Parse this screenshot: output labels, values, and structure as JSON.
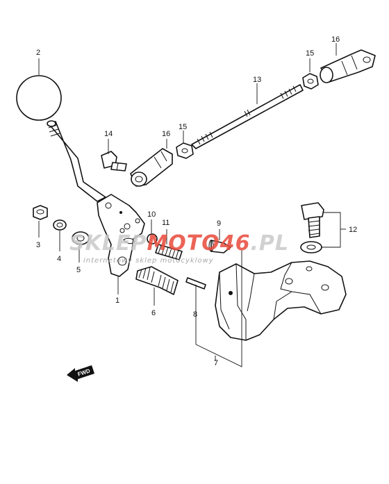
{
  "callouts": {
    "n1": "1",
    "n2": "2",
    "n3": "3",
    "n4": "4",
    "n5": "5",
    "n6": "6",
    "n7": "7",
    "n8": "8",
    "n9": "9",
    "n10": "10",
    "n11": "11",
    "n12": "12",
    "n13": "13",
    "n14a": "14",
    "n15a": "15",
    "n15b": "15",
    "n16a": "16",
    "n16b": "16"
  },
  "watermark": {
    "brand_part1": "SKLEP",
    "brand_part2": "MOTO46",
    "brand_part3": ".PL",
    "tagline": "internetowy sklep motocyklowy",
    "color_main": "#c9c9c9",
    "color_accent": "#e84a3a"
  },
  "fwd_badge": {
    "label": "FWD"
  }
}
